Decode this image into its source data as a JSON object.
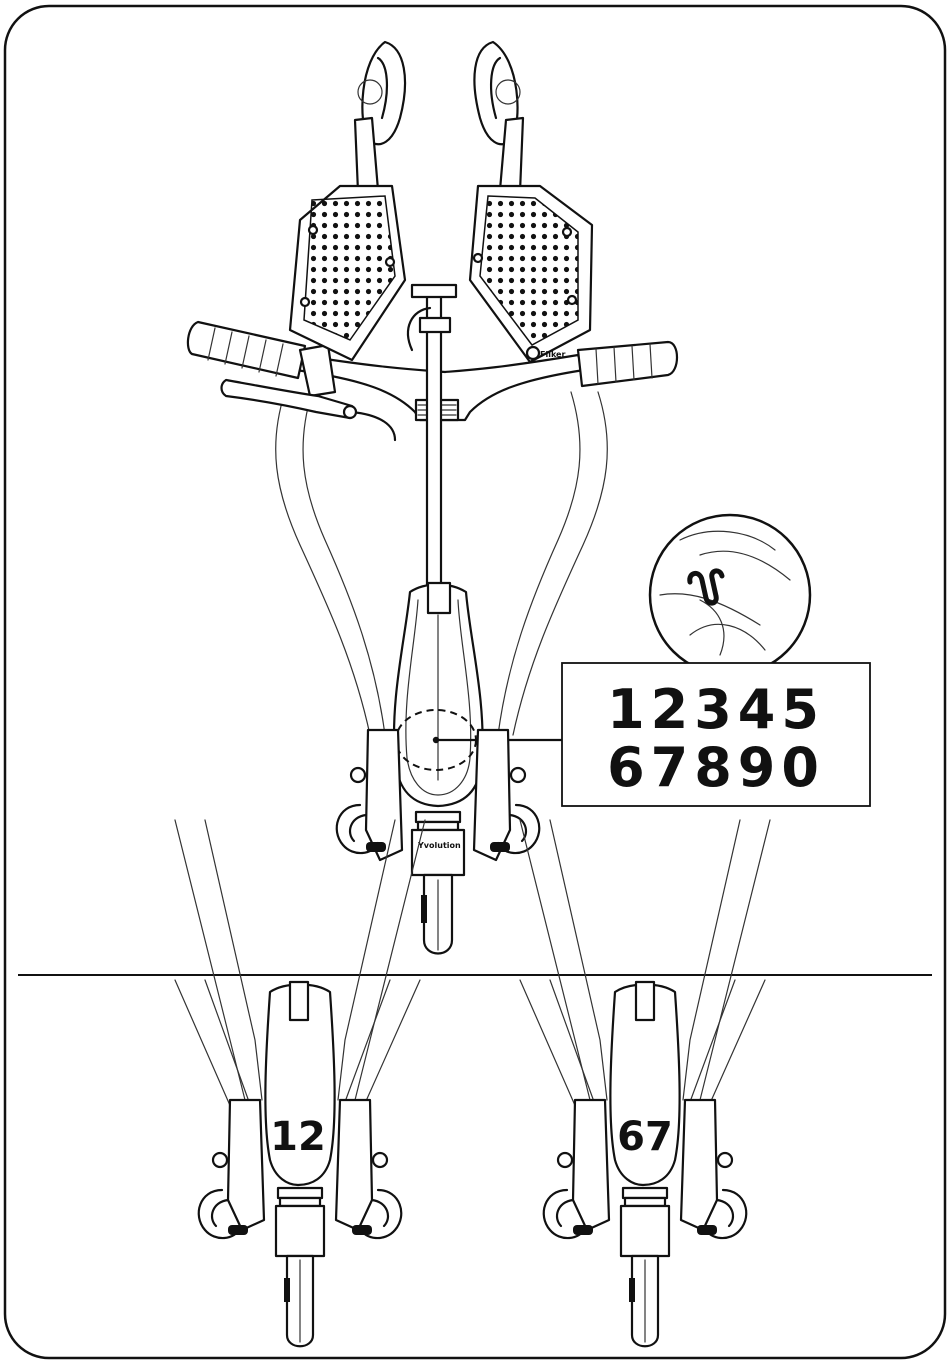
{
  "digit_card": {
    "row1": "12345",
    "row2": "67890"
  },
  "examples": {
    "left_code": "12",
    "right_code": "67"
  },
  "brand": {
    "wheel_logo": "Yvolution",
    "pedal_logo": "Fliker"
  },
  "colors": {
    "line": "#111111",
    "background": "#ffffff"
  },
  "icons": [
    "sticker-peel-icon"
  ]
}
